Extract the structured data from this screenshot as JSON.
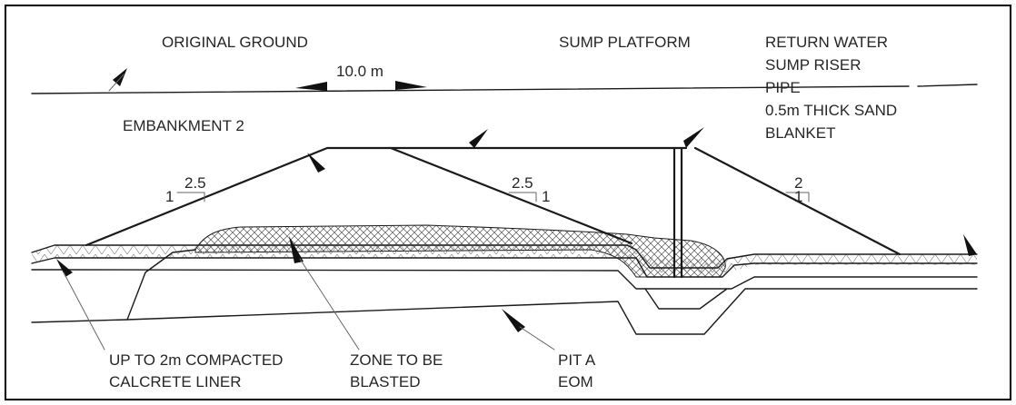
{
  "labels": {
    "original_ground": "ORIGINAL GROUND",
    "dimension": "10.0 m",
    "sump_platform": "SUMP PLATFORM",
    "return_water_line1": "RETURN WATER",
    "return_water_line2": "SUMP RISER",
    "return_water_line3": "PIPE",
    "sand_blanket_line1": "0.5m THICK SAND",
    "sand_blanket_line2": "BLANKET",
    "embankment": "EMBANKMENT 2",
    "liner_line1": "UP TO 2m COMPACTED",
    "liner_line2": "CALCRETE LINER",
    "blast_line1": "ZONE TO BE",
    "blast_line2": "BLASTED",
    "pit_line1": "PIT A",
    "pit_line2": "EOM"
  },
  "slopes": [
    {
      "rise": "1",
      "run": "2.5"
    },
    {
      "run": "2.5",
      "rise": "1"
    },
    {
      "run": "2",
      "rise": "1"
    }
  ],
  "colors": {
    "line": "#1a1a1a",
    "text": "#262626",
    "hatch": "#555555",
    "frame": "#000000"
  }
}
